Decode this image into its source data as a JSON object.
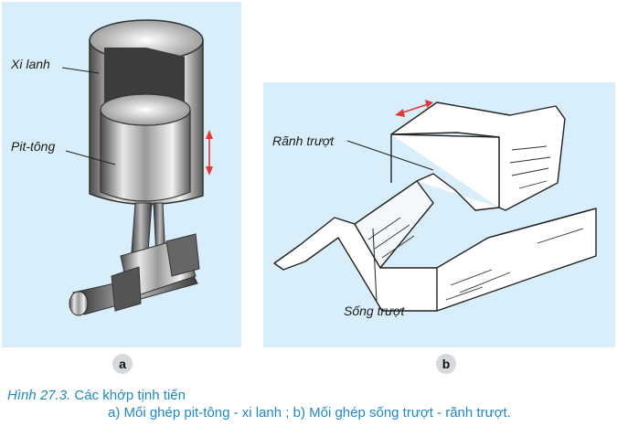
{
  "figure_a": {
    "label_cylinder": "Xi lanh",
    "label_piston": "Pit-tông",
    "badge": "a"
  },
  "figure_b": {
    "label_groove": "Rãnh trượt",
    "label_ridge": "Sống trượt",
    "badge": "b"
  },
  "caption": {
    "figure_number": "Hình 27.3.",
    "title": "Các khớp tịnh tiến",
    "description": "a) Mối ghép pit-tông - xi lanh ; b) Mối ghép sống trượt - rãnh trượt."
  },
  "colors": {
    "panel_background": "#d8eefa",
    "caption_text": "#1e88c8",
    "arrow": "#e53935"
  }
}
